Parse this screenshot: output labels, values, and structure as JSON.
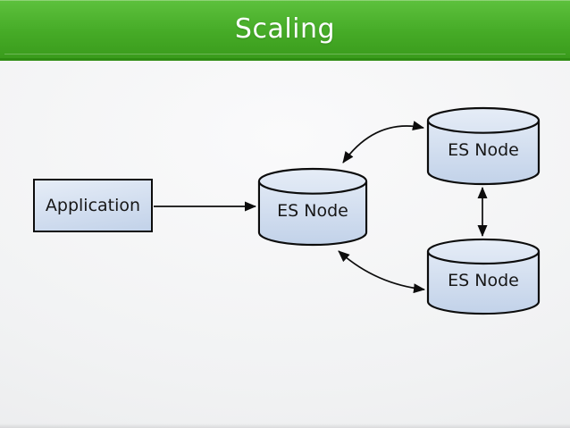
{
  "slide": {
    "title": "Scaling"
  },
  "theme": {
    "header_top": "#5dc13d",
    "header_mid": "#46ab27",
    "header_bottom": "#3a9c1c",
    "header_edge": "#2e8c12",
    "header_text": "#fdfefd",
    "body_center": "#fafafb",
    "body_edge": "#e7e8ea",
    "node_fill_light": "#e6edf7",
    "node_fill_dark": "#c2d2e9",
    "node_border": "#0c0c0c",
    "arrow": "#0c0c0c",
    "label_color": "#171717"
  },
  "diagram": {
    "nodes": [
      {
        "id": "application",
        "shape": "rectangle",
        "label": "Application"
      },
      {
        "id": "es-node-center",
        "shape": "cylinder",
        "label": "ES Node"
      },
      {
        "id": "es-node-top-right",
        "shape": "cylinder",
        "label": "ES Node"
      },
      {
        "id": "es-node-bottom-right",
        "shape": "cylinder",
        "label": "ES Node"
      }
    ],
    "edges": [
      {
        "from": "application",
        "to": "es-node-center",
        "style": "straight",
        "heads": "end"
      },
      {
        "from": "es-node-center",
        "to": "es-node-top-right",
        "style": "curved",
        "heads": "both"
      },
      {
        "from": "es-node-center",
        "to": "es-node-bottom-right",
        "style": "curved",
        "heads": "both"
      },
      {
        "from": "es-node-top-right",
        "to": "es-node-bottom-right",
        "style": "straight",
        "heads": "both"
      }
    ]
  }
}
